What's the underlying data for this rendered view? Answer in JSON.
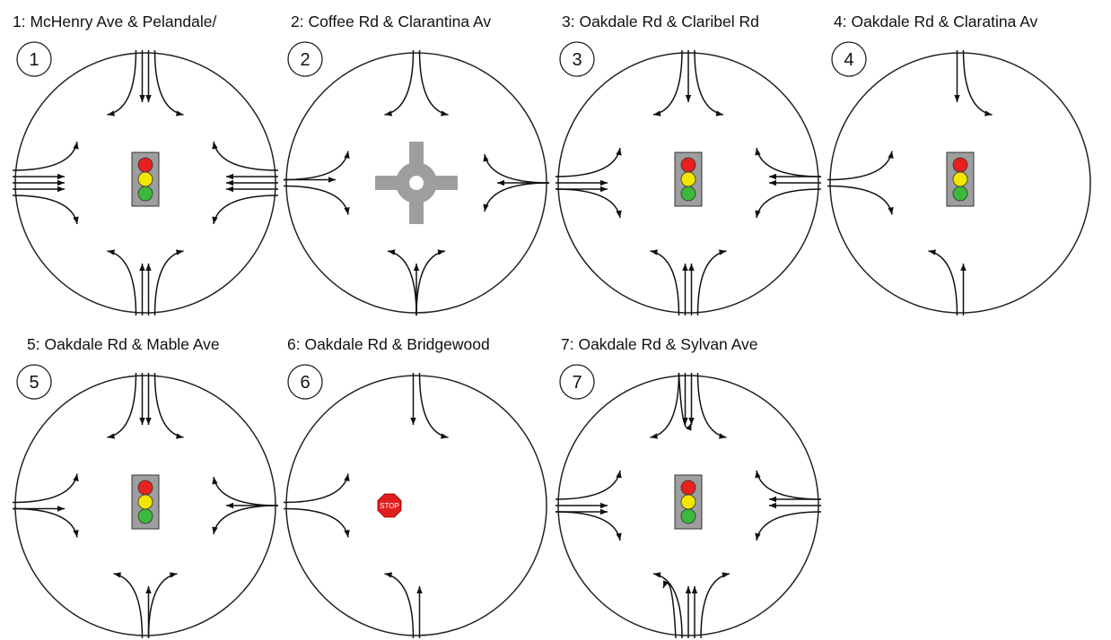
{
  "intersections": [
    {
      "id": "1",
      "title": "1: McHenry Ave & Pelandale/",
      "control": "signal",
      "south": [
        "L",
        "T",
        "T",
        "R"
      ],
      "north": [
        "L",
        "T",
        "T",
        "R"
      ],
      "east": [
        "L",
        "T",
        "T",
        "T",
        "R"
      ],
      "west": [
        "L",
        "T",
        "T",
        "T",
        "R"
      ]
    },
    {
      "id": "2",
      "title": "2: Coffee Rd & Clarantina Av",
      "control": "roundabout",
      "south": [
        "LTR"
      ],
      "north": [
        "L",
        "R"
      ],
      "east": [
        "LTR"
      ],
      "west": [
        "LT",
        "R"
      ]
    },
    {
      "id": "3",
      "title": "3: Oakdale Rd & Claribel Rd",
      "control": "signal",
      "south": [
        "L",
        "T",
        "T",
        "R"
      ],
      "north": [
        "L",
        "T",
        "R"
      ],
      "east": [
        "L",
        "T",
        "TR"
      ],
      "west": [
        "L",
        "T",
        "TR"
      ]
    },
    {
      "id": "4",
      "title": "4: Oakdale Rd & Claratina Av",
      "control": "signal",
      "south": [
        "L",
        "T"
      ],
      "north": [
        "L",
        "T"
      ],
      "east": [],
      "west": [
        "L",
        "R"
      ]
    },
    {
      "id": "5",
      "title": "5: Oakdale Rd & Mable Ave",
      "control": "signal",
      "south": [
        "L",
        "TR"
      ],
      "north": [
        "L",
        "T",
        "T",
        "R"
      ],
      "east": [
        "LTR"
      ],
      "west": [
        "L",
        "TR"
      ]
    },
    {
      "id": "6",
      "title": "6: Oakdale Rd & Bridgewood",
      "control": "stop",
      "south": [
        "L",
        "T"
      ],
      "north": [
        "L",
        "T"
      ],
      "east": [],
      "west": [
        "L",
        "R"
      ]
    },
    {
      "id": "7",
      "title": "7: Oakdale Rd & Sylvan Ave",
      "control": "signal",
      "south": [
        "U",
        "L",
        "T",
        "T",
        "R"
      ],
      "north": [
        "L",
        "T",
        "T",
        "UR"
      ],
      "east": [
        "L",
        "T",
        "TR"
      ],
      "west": [
        "L",
        "T",
        "TR"
      ]
    }
  ],
  "stop_sign_text": "STOP",
  "colors": {
    "signal_red": "#e82020",
    "signal_yellow": "#f2e600",
    "signal_green": "#3cb83c",
    "signal_housing": "#9e9e9e",
    "road": "#9e9e9e",
    "stop": "#e02020"
  }
}
